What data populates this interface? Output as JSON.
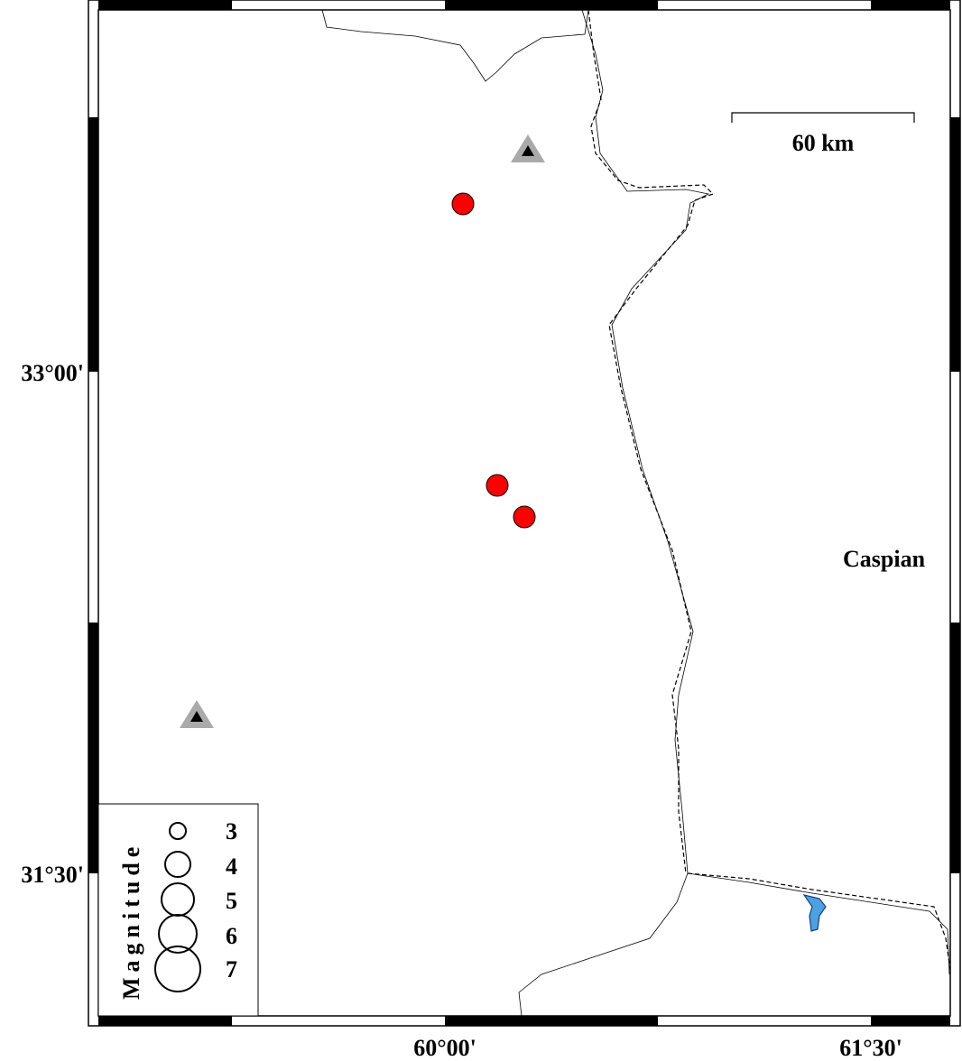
{
  "axes": {
    "lat_labels": [
      "33°00'",
      "31°30'"
    ],
    "lon_labels": [
      "60°00'",
      "61°30'"
    ]
  },
  "scale_bar": {
    "label": "60 km"
  },
  "place_labels": [
    {
      "text": "Caspian"
    }
  ],
  "legend": {
    "title": "Magnitude",
    "entries": [
      "3",
      "4",
      "5",
      "6",
      "7"
    ]
  },
  "events": {
    "count": 3,
    "color": "#ff0000"
  },
  "stations": {
    "count": 2,
    "color": "#aaaaaa"
  },
  "lake_color": "#4aa3e0"
}
